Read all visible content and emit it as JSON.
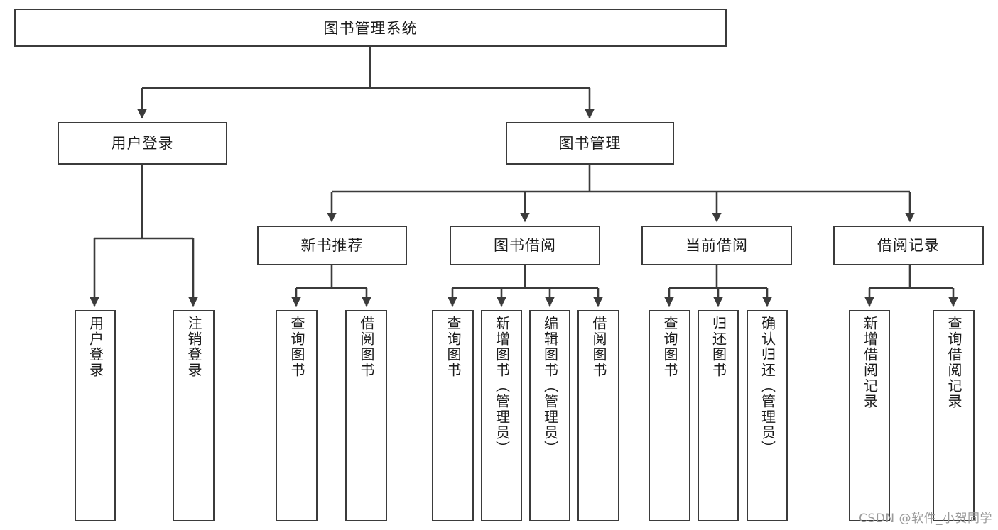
{
  "diagram": {
    "title": "图书管理系统",
    "type": "tree-hierarchy-diagram",
    "root": {
      "id": "root",
      "label": "图书管理系统"
    },
    "level2": [
      {
        "id": "user-login",
        "label": "用户登录"
      },
      {
        "id": "book-manage",
        "label": "图书管理"
      }
    ],
    "level3": [
      {
        "id": "new-book-rec",
        "label": "新书推荐",
        "parent": "book-manage"
      },
      {
        "id": "book-borrow",
        "label": "图书借阅",
        "parent": "book-manage"
      },
      {
        "id": "current-borrow",
        "label": "当前借阅",
        "parent": "book-manage"
      },
      {
        "id": "borrow-record",
        "label": "借阅记录",
        "parent": "book-manage"
      }
    ],
    "leaves": [
      {
        "id": "leaf-user-login",
        "label": "用户登录",
        "parent": "user-login"
      },
      {
        "id": "leaf-user-logout",
        "label": "注销登录",
        "parent": "user-login"
      },
      {
        "id": "leaf-query-book-1",
        "label": "查询图书",
        "parent": "new-book-rec"
      },
      {
        "id": "leaf-borrow-book-1",
        "label": "借阅图书",
        "parent": "new-book-rec"
      },
      {
        "id": "leaf-query-book-2",
        "label": "查询图书",
        "parent": "book-borrow"
      },
      {
        "id": "leaf-add-book",
        "label": "新增图书（管理员）",
        "parent": "book-borrow"
      },
      {
        "id": "leaf-edit-book",
        "label": "编辑图书（管理员）",
        "parent": "book-borrow"
      },
      {
        "id": "leaf-borrow-book-2",
        "label": "借阅图书",
        "parent": "book-borrow"
      },
      {
        "id": "leaf-query-book-3",
        "label": "查询图书",
        "parent": "current-borrow"
      },
      {
        "id": "leaf-return-book",
        "label": "归还图书",
        "parent": "current-borrow"
      },
      {
        "id": "leaf-confirm-return",
        "label": "确认归还（管理员）",
        "parent": "current-borrow"
      },
      {
        "id": "leaf-add-record",
        "label": "新增借阅记录",
        "parent": "borrow-record"
      },
      {
        "id": "leaf-query-record",
        "label": "查询借阅记录",
        "parent": "borrow-record"
      }
    ]
  },
  "watermark": {
    "text": "CSDN @软件_小贺同学"
  },
  "colors": {
    "stroke": "#3b3b3b",
    "text": "#1a1a1a",
    "background": "#ffffff",
    "watermark": "#9a9a9a"
  }
}
